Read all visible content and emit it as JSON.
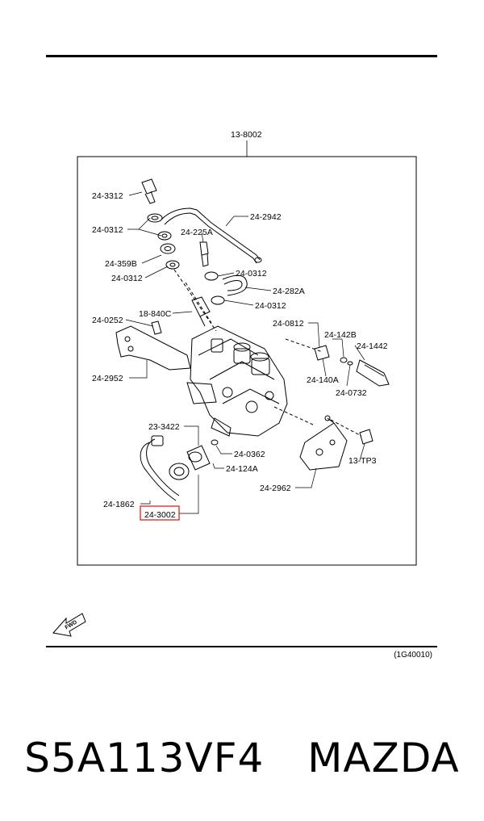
{
  "diagram": {
    "assembly_ref": "13-8002",
    "callouts": [
      {
        "id": "c-2433312",
        "text": "24-3312"
      },
      {
        "id": "c-240312a",
        "text": "24-0312"
      },
      {
        "id": "c-242942",
        "text": "24-2942"
      },
      {
        "id": "c-24225a",
        "text": "24-225A"
      },
      {
        "id": "c-24359b",
        "text": "24-359B"
      },
      {
        "id": "c-240312b",
        "text": "24-0312"
      },
      {
        "id": "c-240312c",
        "text": "24-0312"
      },
      {
        "id": "c-24282a",
        "text": "24-282A"
      },
      {
        "id": "c-240312d",
        "text": "24-0312"
      },
      {
        "id": "c-18840c",
        "text": "18-840C"
      },
      {
        "id": "c-240252",
        "text": "24-0252"
      },
      {
        "id": "c-240812",
        "text": "24-0812"
      },
      {
        "id": "c-24142b",
        "text": "24-142B"
      },
      {
        "id": "c-241442",
        "text": "24-1442"
      },
      {
        "id": "c-242952",
        "text": "24-2952"
      },
      {
        "id": "c-24140a",
        "text": "24-140A"
      },
      {
        "id": "c-240732",
        "text": "24-0732"
      },
      {
        "id": "c-233422",
        "text": "23-3422"
      },
      {
        "id": "c-240362",
        "text": "24-0362"
      },
      {
        "id": "c-24124a",
        "text": "24-124A"
      },
      {
        "id": "c-13tp3",
        "text": "13-TP3"
      },
      {
        "id": "c-241862",
        "text": "24-1862"
      },
      {
        "id": "c-242962",
        "text": "24-2962"
      },
      {
        "id": "c-243002",
        "text": "24-3002"
      }
    ],
    "highlight_color": "#e03030",
    "fwd_label": "FWD",
    "figure_code": "(1G40010)"
  },
  "caption": {
    "part_number": "S5A113VF4",
    "brand": "MAZDA"
  }
}
